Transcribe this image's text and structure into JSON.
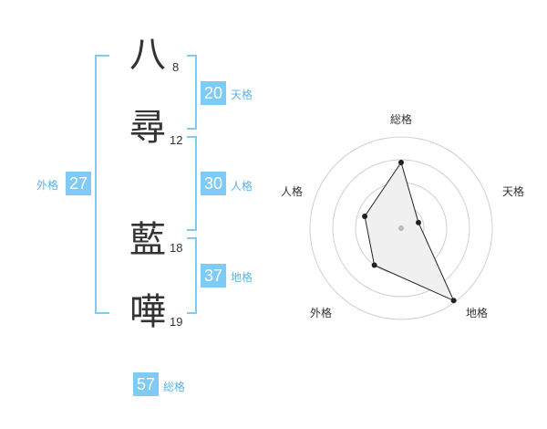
{
  "characters": [
    {
      "char": "八",
      "strokes": "8"
    },
    {
      "char": "尋",
      "strokes": "12"
    },
    {
      "char": "藍",
      "strokes": "18"
    },
    {
      "char": "嘩",
      "strokes": "19"
    }
  ],
  "kaku": {
    "tenkaku": {
      "value": "20",
      "label": "天格"
    },
    "jinkaku": {
      "value": "30",
      "label": "人格"
    },
    "chikaku": {
      "value": "37",
      "label": "地格"
    },
    "gaikaku": {
      "value": "27",
      "label": "外格"
    },
    "soukaku": {
      "value": "57",
      "label": "総格"
    }
  },
  "radar": {
    "axes": [
      "総格",
      "天格",
      "地格",
      "外格",
      "人格"
    ],
    "values": [
      0.72,
      0.2,
      0.98,
      0.5,
      0.42
    ],
    "ring_count": 4,
    "colors": {
      "ring": "#d0d0d0",
      "fill": "#f0f0f0",
      "line": "#222222",
      "point": "#222222",
      "center": "#bbbbbb"
    }
  },
  "colors": {
    "accent": "#7ecbf5",
    "label": "#5ab3e8",
    "text": "#333333"
  }
}
